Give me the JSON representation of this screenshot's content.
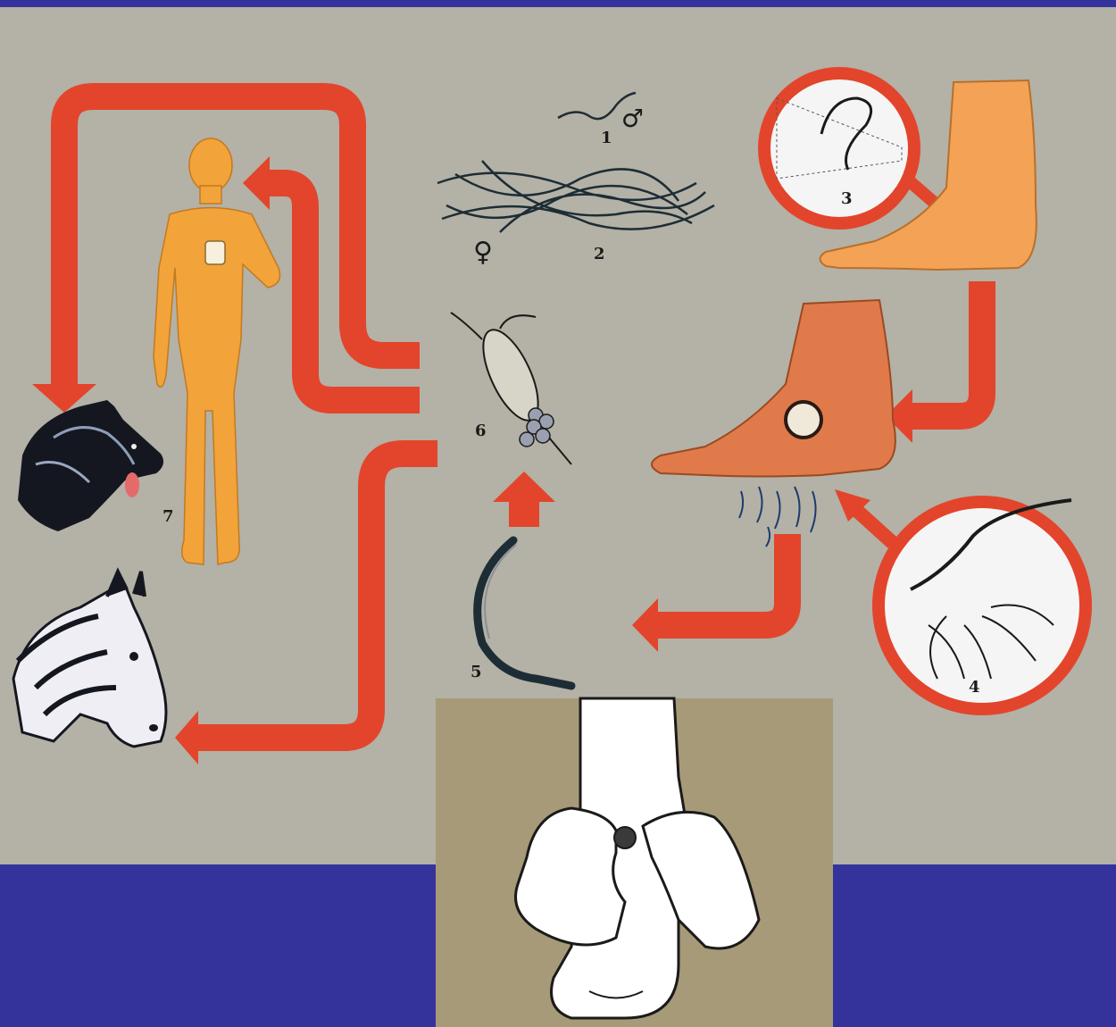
{
  "colors": {
    "frame": "#34339b",
    "panel": "#b4b1a6",
    "arrow": "#e2452b",
    "human": "#f2a33a",
    "foot": "#f4a256",
    "inset": "#a79a78",
    "worm": "#1d2d35"
  },
  "labels": {
    "n1": "1",
    "n2": "2",
    "n3": "3",
    "n4": "4",
    "n5": "5",
    "n6": "6",
    "n7": "7",
    "male": "♂",
    "female": "♀"
  },
  "icons": [
    "human-figure-icon",
    "dog-head-icon",
    "horse-head-icon",
    "copepod-icon",
    "larva-icon",
    "foot-icon",
    "magnifier-icon",
    "worm-icon"
  ]
}
